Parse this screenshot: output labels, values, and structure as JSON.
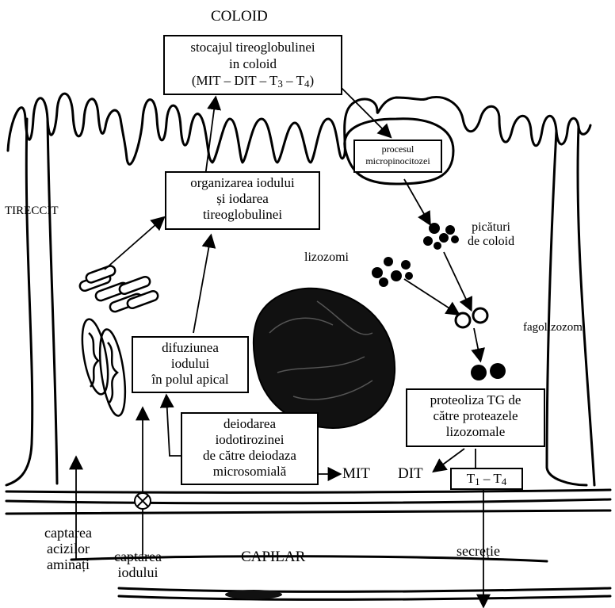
{
  "labels": {
    "coloid": "COLOID",
    "tirecit": "TIRECCIT",
    "picaturi": [
      "picături",
      "de coloid"
    ],
    "lizozomi": "lizozomi",
    "fagolizozom": "fagolizozom",
    "mit": "MIT",
    "dit": "DIT",
    "capilar": "CAPILAR",
    "captarea_acizilor": [
      "captarea",
      "acizilor",
      "aminați"
    ],
    "captarea_iodului": [
      "captarea",
      "iodului"
    ],
    "secretie": "secreție"
  },
  "boxes": {
    "stocaj": {
      "line1": "stocajul tireoglobulinei",
      "line2": "in coloid",
      "line3_parts": [
        "(MIT – DIT – T",
        "3",
        " – T",
        "4",
        ")"
      ]
    },
    "pinocitoza": [
      "procesul",
      "micropinocitozei"
    ],
    "organizarea": [
      "organizarea iodului",
      "și iodarea",
      "tireoglobulinei"
    ],
    "difuziunea": [
      "difuziunea",
      "iodului",
      "în polul apical"
    ],
    "deiodarea": [
      "deiodarea",
      "iodotirozinei",
      "de către deiodaza",
      "microsomială"
    ],
    "proteoliza": [
      "proteoliza TG de",
      "către proteazele",
      "lizozomale"
    ],
    "t1t4_parts": [
      "T",
      "1",
      " – T",
      "4"
    ]
  }
}
